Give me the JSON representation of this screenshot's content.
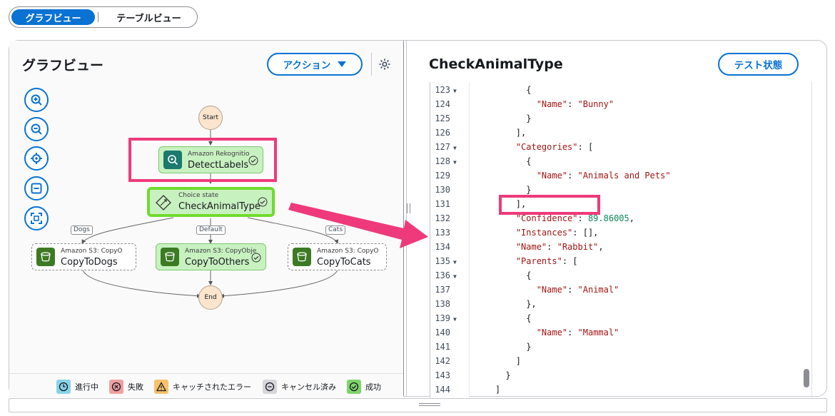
{
  "view_toggle": {
    "graph_label": "グラフビュー",
    "table_label": "テーブルビュー"
  },
  "left_panel": {
    "title": "グラフビュー",
    "action_label": "アクション",
    "legend": [
      {
        "label": "進行中",
        "color": "#89d3e8",
        "icon": "clock-icon"
      },
      {
        "label": "失敗",
        "color": "#f0a0a0",
        "icon": "x-circle-icon"
      },
      {
        "label": "キャッチされたエラー",
        "color": "#f5c26b",
        "icon": "warning-icon"
      },
      {
        "label": "キャンセル済み",
        "color": "#d5d5da",
        "icon": "minus-circle-icon"
      },
      {
        "label": "成功",
        "color": "#7fd46d",
        "icon": "check-circle-icon"
      }
    ]
  },
  "graph": {
    "start": "Start",
    "end": "End",
    "detect": {
      "sub": "Amazon Rekognitio",
      "name": "DetectLabels"
    },
    "choice": {
      "sub": "Choice state",
      "name": "CheckAnimalType"
    },
    "dogs": {
      "sub": "Amazon S3: CopyO",
      "name": "CopyToDogs"
    },
    "others": {
      "sub": "Amazon S3: CopyObje",
      "name": "CopyToOthers"
    },
    "cats": {
      "sub": "Amazon S3: CopyO",
      "name": "CopyToCats"
    },
    "labels": {
      "dogs": "Dogs",
      "default": "Default",
      "cats": "Cats"
    }
  },
  "right_panel": {
    "title": "CheckAnimalType",
    "test_label": "テスト状態",
    "lines": [
      {
        "num": "123",
        "fold": true,
        "html": "          {"
      },
      {
        "num": "124",
        "fold": false,
        "html": "            <span class=\"k\">\"Name\"</span>: <span class=\"k\">\"Bunny\"</span>"
      },
      {
        "num": "125",
        "fold": false,
        "html": "          }"
      },
      {
        "num": "126",
        "fold": false,
        "html": "        ],"
      },
      {
        "num": "127",
        "fold": true,
        "html": "        <span class=\"k\">\"Categories\"</span>: ["
      },
      {
        "num": "128",
        "fold": true,
        "html": "          {"
      },
      {
        "num": "129",
        "fold": false,
        "html": "            <span class=\"k\">\"Name\"</span>: <span class=\"k\">\"Animals and Pets\"</span>"
      },
      {
        "num": "130",
        "fold": false,
        "html": "          }"
      },
      {
        "num": "131",
        "fold": false,
        "html": "        ],"
      },
      {
        "num": "132",
        "fold": false,
        "html": "        <span class=\"k\">\"Confidence\"</span>: <span class=\"n\">89.86005</span>,"
      },
      {
        "num": "133",
        "fold": false,
        "html": "        <span class=\"k\">\"Instances\"</span>: [],"
      },
      {
        "num": "134",
        "fold": false,
        "html": "        <span class=\"k\">\"Name\"</span>: <span class=\"k\">\"Rabbit\"</span>,"
      },
      {
        "num": "135",
        "fold": true,
        "html": "        <span class=\"k\">\"Parents\"</span>: ["
      },
      {
        "num": "136",
        "fold": true,
        "html": "          {"
      },
      {
        "num": "137",
        "fold": false,
        "html": "            <span class=\"k\">\"Name\"</span>: <span class=\"k\">\"Animal\"</span>"
      },
      {
        "num": "138",
        "fold": false,
        "html": "          },"
      },
      {
        "num": "139",
        "fold": true,
        "html": "          {"
      },
      {
        "num": "140",
        "fold": false,
        "html": "            <span class=\"k\">\"Name\"</span>: <span class=\"k\">\"Mammal\"</span>"
      },
      {
        "num": "141",
        "fold": false,
        "html": "          }"
      },
      {
        "num": "142",
        "fold": false,
        "html": "        ]"
      },
      {
        "num": "143",
        "fold": false,
        "html": "      }"
      },
      {
        "num": "144",
        "fold": false,
        "html": "    ]"
      }
    ]
  },
  "colors": {
    "accent": "#0972d3",
    "highlight": "#ee3a7a",
    "success_node": "#c8f1c0"
  }
}
